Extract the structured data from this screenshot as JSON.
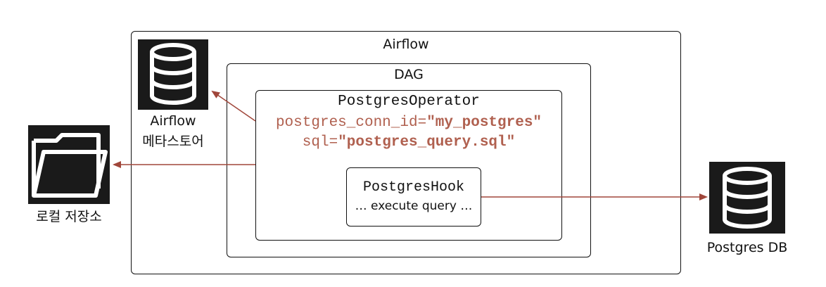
{
  "airflow_container": {
    "title": "Airflow"
  },
  "dag": {
    "title": "DAG"
  },
  "operator": {
    "title": "PostgresOperator",
    "conn_key": "postgres_conn_id=",
    "conn_value": "\"my_postgres\"",
    "sql_key": "sql=",
    "sql_value": "\"postgres_query.sql\""
  },
  "hook": {
    "title": "PostgresHook",
    "subtitle": "… execute query …"
  },
  "metastore": {
    "line1": "Airflow",
    "line2": "메타스토어"
  },
  "local_storage": {
    "label": "로컬 저장소"
  },
  "postgres_db": {
    "label": "Postgres DB"
  },
  "colors": {
    "arrow": "#a0463a",
    "code_accent": "#b0604f",
    "icon_bg": "#1a1a1a"
  },
  "icons": [
    "database-icon",
    "folder-icon",
    "database-icon"
  ]
}
